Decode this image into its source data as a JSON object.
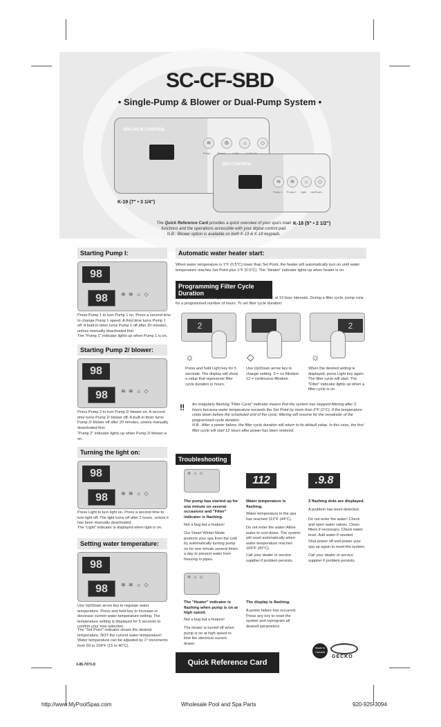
{
  "title": "SC-CF-SBD",
  "subtitle": "• Single-Pump & Blower or Dual-Pump System •",
  "panel_large": {
    "brand": "SPA PACK CONTROL",
    "keys": [
      "Pump",
      "Blower",
      "Light",
      "Up/Down"
    ],
    "label": "K-19 (7\" • 3 1/4\")"
  },
  "panel_small": {
    "brand": "SPA CONTROL",
    "keys": [
      "Pump 1",
      "Pump 2",
      "Light",
      "Up/Down"
    ],
    "label": "K-18 (5\" • 2 1/2\")"
  },
  "intro_note": {
    "pre": "The ",
    "strong": "Quick Reference Card",
    "post": " provides a quick overview of your spa's main functions and the operations accessible with your digital control pad.",
    "nb": "N.B.: Blower option is available on both K-19 & K-18 keypads."
  },
  "sections": {
    "pump1": {
      "title": "Starting Pump I:",
      "display": "98",
      "text1": "Press Pump 1 to turn Pump 1 on. Press a second time to change Pump 1 speed. A third time turns Pump 1 off. A built-in timer turns Pump 1 off after 20 minutes, unless manually deactivated first.",
      "text2": "The \"Pump 1\" indicator lights up when Pump 1 is on."
    },
    "pump2": {
      "title": "Starting Pump 2/ blower:",
      "display": "98",
      "text1": "Press Pump 2 to turn Pump 2/ blower on. A second time turns Pump 2/ blower off. A built-in timer turns Pump 2/ blower off after 20 minutes, unless manually deactivated first.",
      "text2": "\"Pump 2\" indicator lights up when Pump 2/ blower is on."
    },
    "light": {
      "title": "Turning the light on:",
      "display": "98",
      "text1": "Press Light to turn light on. Press a second time to turn light off. The light turns off after 2 hours, unless it has been manually deactivated.",
      "text2": "The \"Light\" indicator is displayed when light is on."
    },
    "temp": {
      "title": "Setting water temperature:",
      "display": "98",
      "text1": "Use Up/Down arrow key to regulate water temperature. Press and hold key to increase or decrease current water temperature setting. The temperature setting is displayed for 5 seconds to confirm your new selection.",
      "text2": "The \"Set Point\" indicator shows the desired temperature, NOT the current water temperature! Water temperature can be adjusted by 1° increments from 59 to 104°F (15 to 40°C)."
    },
    "heater": {
      "title": "Automatic water heater start:",
      "text": "When water temperature is 1°F (0.5°C) lower than Set Point, the heater will automatically turn on until water temperature reaches Set Point plus 1°F (0.5°C). The \"Heater\" indicator lights up when heater is on."
    },
    "filter": {
      "title": "Programming Filter Cycle Duration",
      "text": "The system automatically performs 2 filter cycles per day, at 12-hour intervals. During a filter cycle, pump runs for a programmed number of hours. To set filter cycle duration:",
      "displays": [
        "2",
        "",
        "2"
      ],
      "step1": "Press and hold Light key for 5 seconds. The display will show a value that represents filter cycle duration in hours.",
      "step2": "Use Up/Down arrow key to change setting. 0 = no filtration 12 = continuous filtration",
      "step3": "When the desired setting is displayed, press Light key again. The filter cycle will start. The \"Filter\" indicator lights up when a filter cycle is on.",
      "warn1": "An irregularly flashing \"Filter Cycle\" indicator means that the system has stopped filtering after 3 hours because water temperature exceeds the Set Point by more than 2°F (1°C). If the temperature cools down before the scheduled end of the cycle, filtering will resume for the remainder of the programmed cycle duration.",
      "warn2": "N.B.: After a power failure, the filter cycle duration will return to its default value. In this case, the first filter cycle will start 12 hours after power has been restored."
    },
    "trouble": {
      "title": "Troubleshooting",
      "disp_hot": "112",
      "disp_dots": ".9.8",
      "c1_head": "The pump has started up for one minute on several occasions and \"Filter\" indicator is flashing.",
      "c1_t1": "Not a bug but a feature!",
      "c1_t2": "Our Smart Winter Mode protects your spa from the cold by automatically turning pump on for one minute several times a day to prevent water from freezing in pipes.",
      "c2_head": "Water temperature is flashing.",
      "c2_t1": "Water temperature in the spa has reached 112°F (44°C).",
      "c2_t2": "Do not enter the water! Allow water to cool down. The system will reset automatically when water temperature reaches 109°F (43°C).",
      "c2_t3": "Call your dealer or service supplier if problem persists.",
      "c3_head": "3 flashing dots are displayed.",
      "c3_t1": "A problem has been detected.",
      "c3_t2": "Do not enter the water! Check and open water valves. Clean filters if necessary. Check water level. Add water if needed.",
      "c3_t3": "Shut power off and power your spa up again to reset the system.",
      "c3_t4": "Call your dealer or service supplier if problem persists.",
      "c4_head": "The \"Heater\" indicator is flashing when pump is on at high speed.",
      "c4_t1": "Not a bug but a feature!",
      "c4_t2": "The heater is turned off when pump is on at high speed to limit the electrical current drawn.",
      "c5_head": "The display is flashing.",
      "c5_t1": "A power failure has occurred. Press any key to reset the system and reprogram all desired parameters."
    }
  },
  "quick_ref": "Quick Reference Card",
  "doc_code": "3-85-7073-D",
  "badge": "Made in Canada",
  "gecko": "GECKO",
  "footer": {
    "left": "http://www.MyPoolSpas.com",
    "center": "Wholesale Pool and Spa Parts",
    "right": "920-925-3094"
  }
}
